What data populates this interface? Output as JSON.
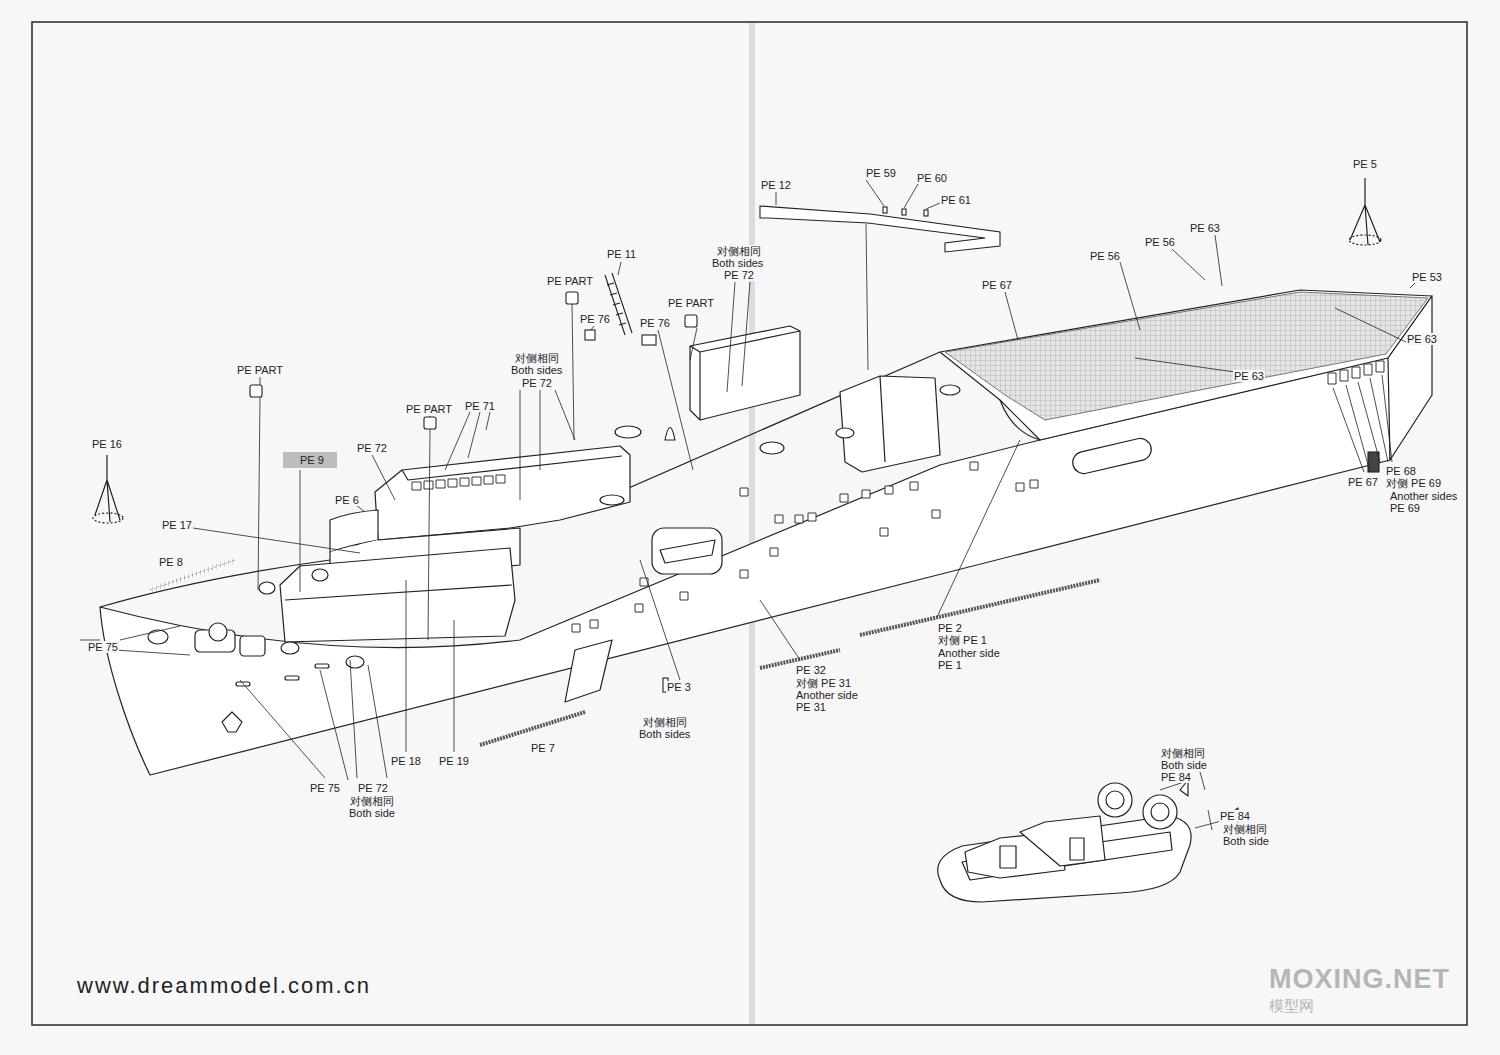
{
  "diagram": {
    "labels": [
      "PE 12",
      "PE 59",
      "PE 60",
      "PE 61",
      "PE 5",
      "PE 11",
      "对侧相同",
      "Both sides",
      "PE 72",
      "PE PART",
      "PE 76",
      "PE PART",
      "PE 76",
      "PE 67",
      "PE 56",
      "PE 56",
      "PE 63",
      "PE 53",
      "PE 63",
      "PE 63",
      "PE PART",
      "对侧相同",
      "Both sides",
      "PE 72",
      "PE PART",
      "PE 71",
      "PE 72",
      "PE 9",
      "PE 16",
      "PE 6",
      "PE 17",
      "PE 8",
      "PE 75",
      "PE 2",
      "对侧 PE 1",
      "Another side",
      "PE 1",
      "PE 32",
      "对侧 PE 31",
      "Another side",
      "PE 31",
      "PE 3",
      "对侧相同",
      "Both sides",
      "PE 7",
      "PE 18",
      "PE 19",
      "PE 75",
      "PE 72",
      "对侧相同",
      "Both side",
      "PE 67",
      "PE 68",
      "对侧 PE 69",
      "Another sides",
      "PE 69",
      "对侧相同",
      "Both side",
      "PE 84",
      "PE 84",
      "对侧相同",
      "Both side",
      "www.dreammodel.com.cn",
      "MOXING.NET",
      "模型网"
    ]
  }
}
